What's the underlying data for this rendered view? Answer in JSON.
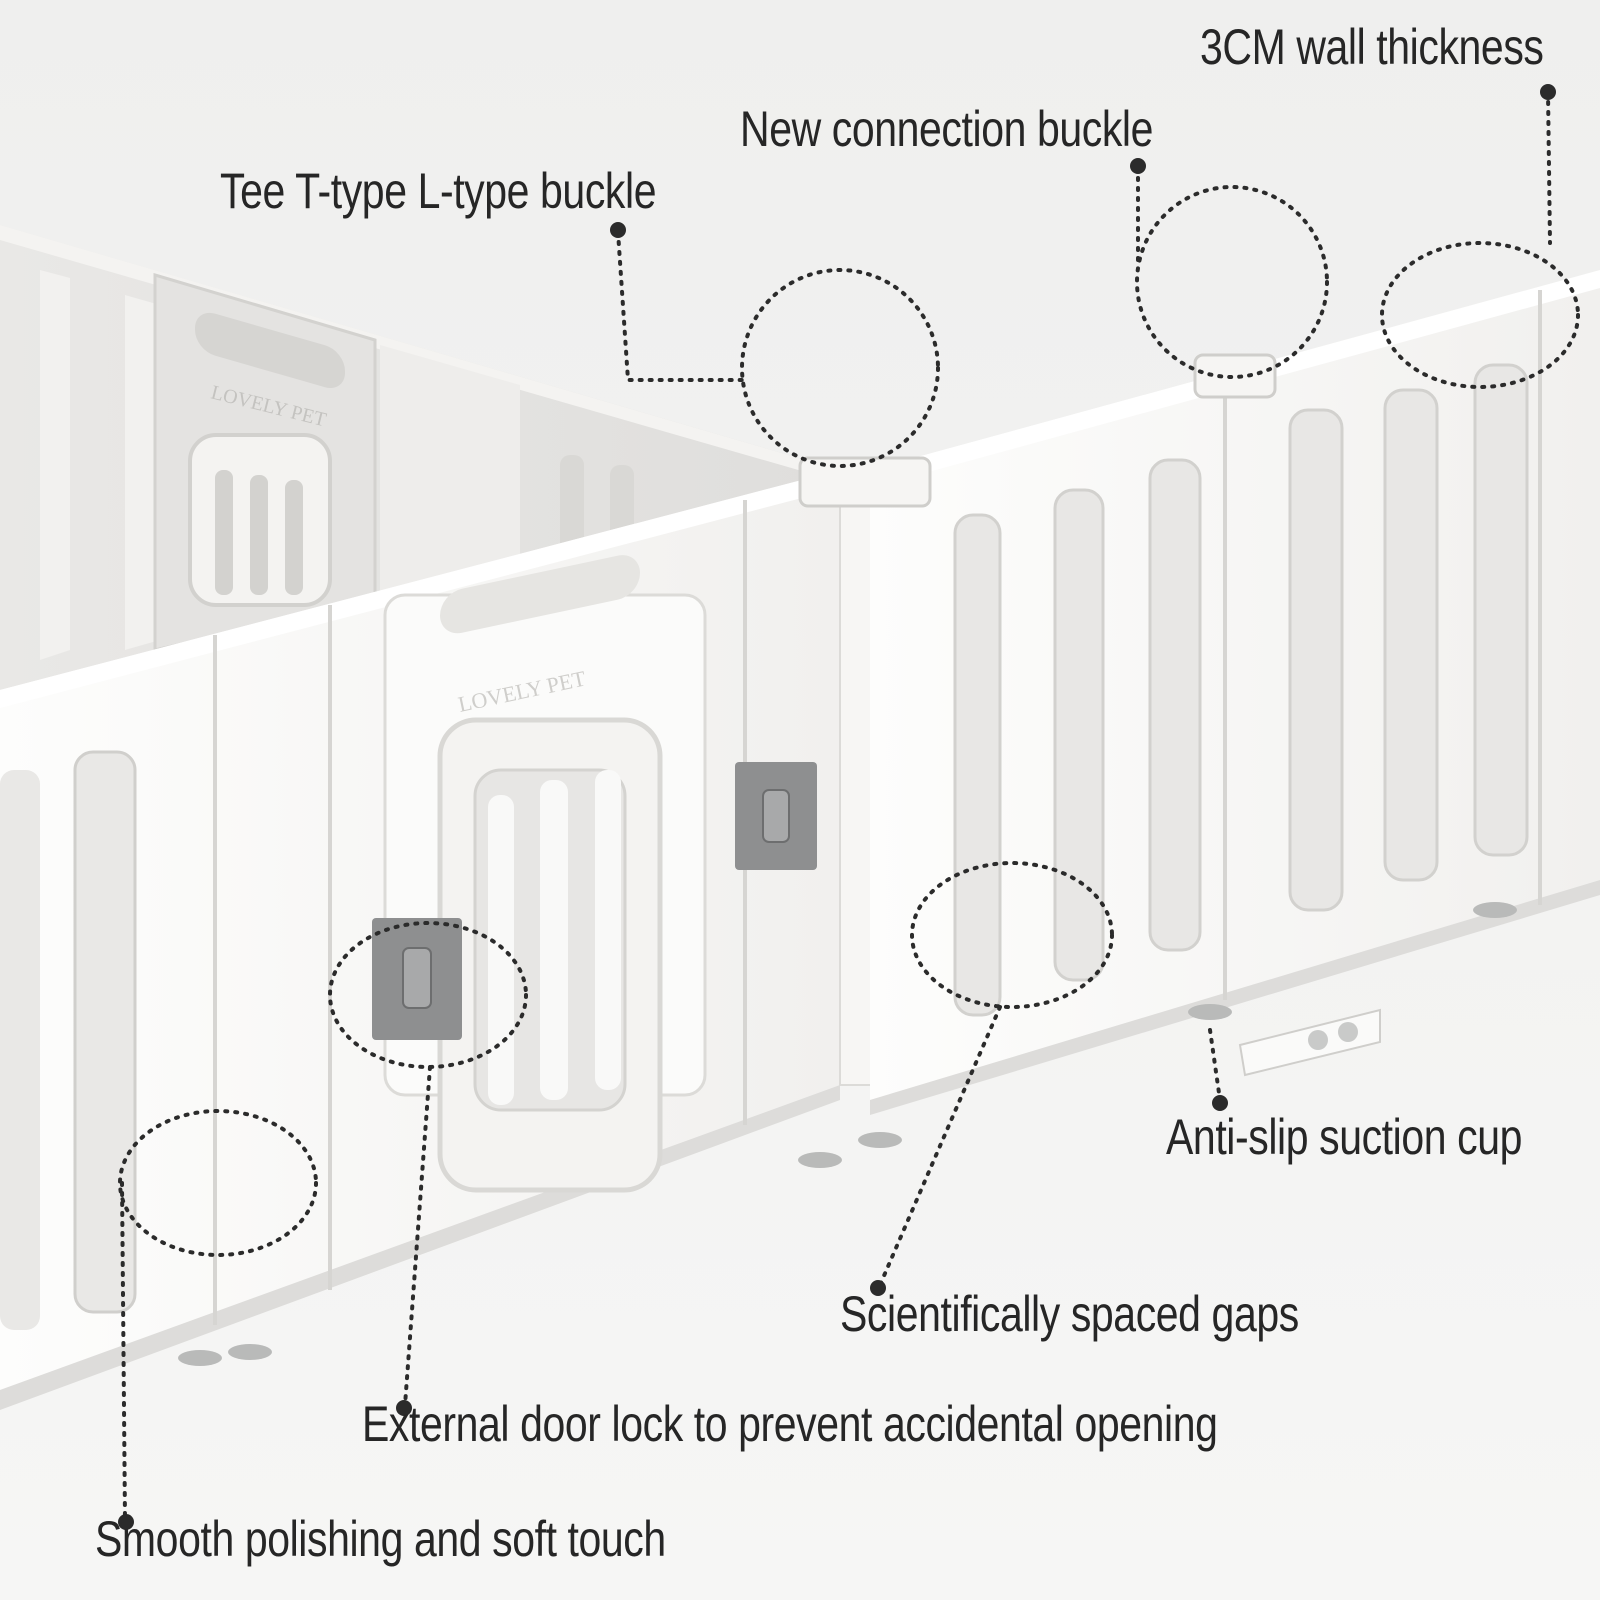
{
  "panel_brand": "LOVELY PET",
  "colors": {
    "background": "#ececeb",
    "panel": "#fbfbfa",
    "panel_shadow": "#d9d8d6",
    "lock": "#8e8f90",
    "text": "#262626",
    "callout": "#2b2b2b"
  },
  "annotations": {
    "wall_thickness": "3CM wall thickness",
    "connection_buckle": "New connection buckle",
    "tee_buckle": "Tee T-type L-type buckle",
    "suction_cup": "Anti-slip suction cup",
    "spaced_gaps": "Scientifically spaced gaps",
    "door_lock": "External door lock to prevent accidental opening",
    "smooth_touch": "Smooth polishing and soft touch"
  }
}
